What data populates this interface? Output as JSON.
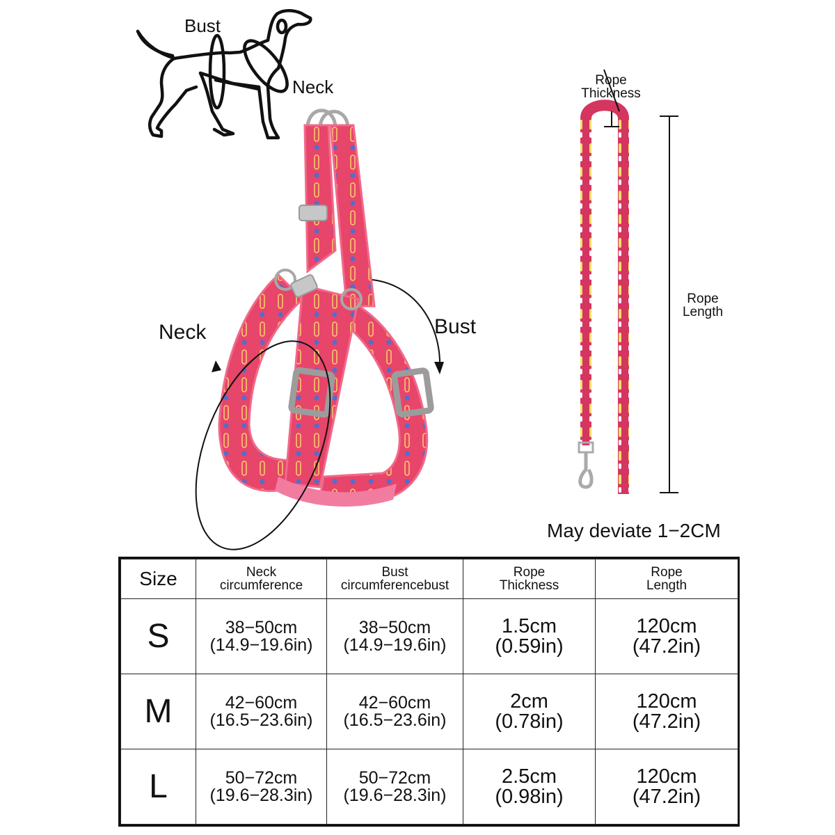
{
  "dog_diagram": {
    "bust_label": "Bust",
    "neck_label": "Neck"
  },
  "harness": {
    "neck_label": "Neck",
    "bust_label": "Bust",
    "color": "#e8456a",
    "edge_color": "#f06a8a",
    "buckle_color": "#b9b9b9"
  },
  "leash": {
    "thickness_label_line1": "Rope",
    "thickness_label_line2": "Thickness",
    "length_label_line1": "Rope",
    "length_label_line2": "Length",
    "color": "#d43660"
  },
  "note": "May deviate 1−2CM",
  "size_table": {
    "headers": [
      {
        "line1": "Size",
        "line2": ""
      },
      {
        "line1": "Neck",
        "line2": "circumference"
      },
      {
        "line1": "Bust",
        "line2": "circumferencebust"
      },
      {
        "line1": "Rope",
        "line2": "Thickness"
      },
      {
        "line1": "Rope",
        "line2": "Length"
      }
    ],
    "rows": [
      {
        "size": "S",
        "neck_cm": "38−50cm",
        "neck_in": "(14.9−19.6in)",
        "bust_cm": "38−50cm",
        "bust_in": "(14.9−19.6in)",
        "thickness_cm": "1.5cm",
        "thickness_in": "(0.59in)",
        "length_cm": "120cm",
        "length_in": "(47.2in)"
      },
      {
        "size": "M",
        "neck_cm": "42−60cm",
        "neck_in": "(16.5−23.6in)",
        "bust_cm": "42−60cm",
        "bust_in": "(16.5−23.6in)",
        "thickness_cm": "2cm",
        "thickness_in": "(0.78in)",
        "length_cm": "120cm",
        "length_in": "(47.2in)"
      },
      {
        "size": "L",
        "neck_cm": "50−72cm",
        "neck_in": "(19.6−28.3in)",
        "bust_cm": "50−72cm",
        "bust_in": "(19.6−28.3in)",
        "thickness_cm": "2.5cm",
        "thickness_in": "(0.98in)",
        "length_cm": "120cm",
        "length_in": "(47.2in)"
      }
    ]
  }
}
